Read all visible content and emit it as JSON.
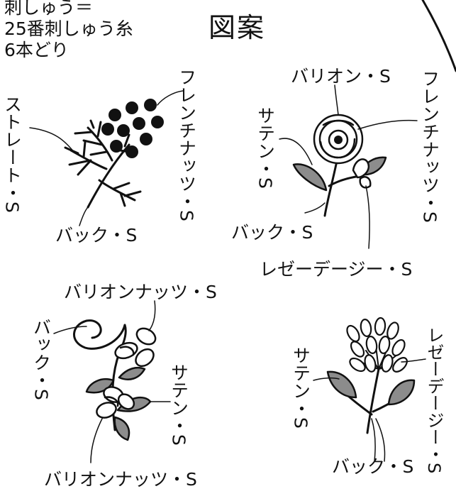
{
  "note": {
    "line1": "刺しゅう＝",
    "line2": "25番刺しゅう糸",
    "line3": "6本どり"
  },
  "title": "図案",
  "motif1": {
    "straight": "ストレート・S",
    "french": "フレンチナッツ・S",
    "back": "バック・S"
  },
  "motif2": {
    "bullion": "バリオン・S",
    "satin": "サテン・S",
    "french": "フレンチナッツ・S",
    "back": "バック・S",
    "lazy": "レゼーデージー・S"
  },
  "motif3": {
    "bullion_knot_top": "バリオンナッツ・S",
    "back": "バック・S",
    "satin": "サテン・S",
    "bullion_knot_bottom": "バリオンナッツ・S"
  },
  "motif4": {
    "satin": "サテン・S",
    "lazy": "レゼーデージー・S",
    "back": "バック・S"
  },
  "colors": {
    "ink": "#111111",
    "fill": "#8c8c8c",
    "paper": "#ffffff"
  }
}
